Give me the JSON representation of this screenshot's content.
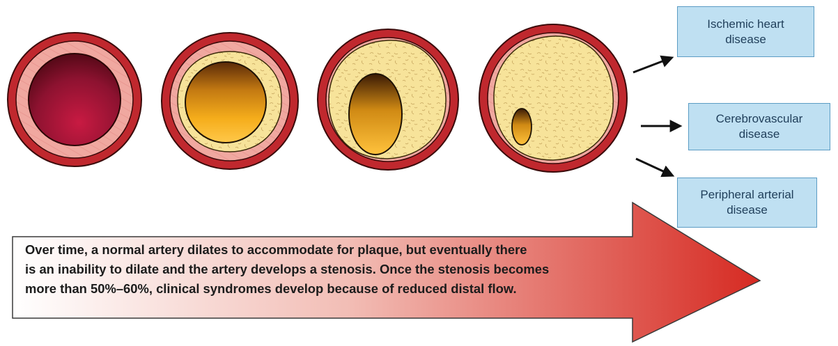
{
  "outcomes": [
    {
      "line1": "Ischemic heart",
      "line2": "disease"
    },
    {
      "line1": "Cerebrovascular",
      "line2": "disease"
    },
    {
      "line1": "Peripheral arterial",
      "line2": "disease"
    }
  ],
  "caption": {
    "line1": "Over time, a normal artery dilates to accommodate for plaque, but eventually there",
    "line2": "is an inability to dilate and the artery develops a stenosis. Once the stenosis becomes",
    "line3": "more than 50%–60%, clinical syndromes develop because of reduced distal flow."
  },
  "colors": {
    "vessel_wall": "#c0282e",
    "intima": "#f0a8a0",
    "plaque": "#f7e39a",
    "normal_lumen": "#7a0f26",
    "stenosed_lumen": "#f2a818",
    "arrow_start": "#ffffff",
    "arrow_end": "#d62a22",
    "box_fill": "#bfe0f2"
  },
  "stages": [
    {
      "stage": "normal"
    },
    {
      "stage": "early plaque"
    },
    {
      "stage": "remodeled plaque"
    },
    {
      "stage": "stenosis"
    }
  ]
}
